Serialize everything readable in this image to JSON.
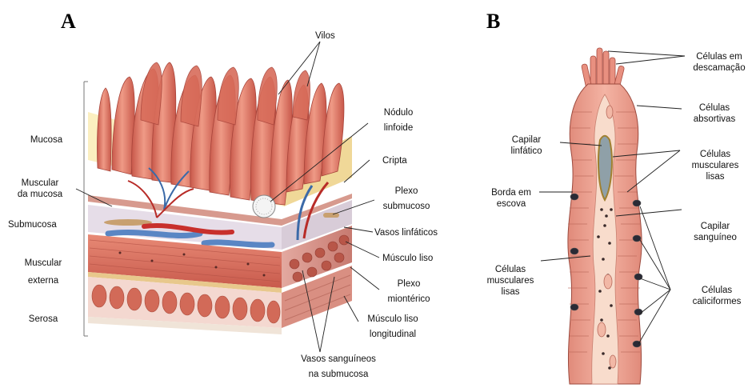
{
  "panels": {
    "a": {
      "letter": "A",
      "left_labels": {
        "mucosa": "Mucosa",
        "muscular_mucosa_1": "Muscular",
        "muscular_mucosa_2": "da mucosa",
        "submucosa": "Submucosa",
        "muscular_externa_1": "Muscular",
        "muscular_externa_2": "externa",
        "serosa": "Serosa"
      },
      "right_labels": {
        "vilos": "Vilos",
        "nodulo_1": "Nódulo",
        "nodulo_2": "linfoide",
        "cripta": "Cripta",
        "plexo_sub_1": "Plexo",
        "plexo_sub_2": "submucoso",
        "vasos_linfaticos": "Vasos linfáticos",
        "musculo_liso": "Músculo liso",
        "plexo_mio_1": "Plexo",
        "plexo_mio_2": "miontérico",
        "musculo_long_1": "Músculo liso",
        "musculo_long_2": "longitudinal",
        "vasos_sang_1": "Vasos sanguíneos",
        "vasos_sang_2": "na submucosa"
      }
    },
    "b": {
      "letter": "B",
      "left_labels": {
        "capilar_linf_1": "Capilar",
        "capilar_linf_2": "linfático",
        "borda_1": "Borda em",
        "borda_2": "escova",
        "musc_lisas_1": "Células",
        "musc_lisas_2": "musculares",
        "musc_lisas_3": "lisas"
      },
      "right_labels": {
        "descamacao_1": "Células em",
        "descamacao_2": "descamação",
        "absortivas_1": "Células",
        "absortivas_2": "absortivas",
        "musc_1": "Células",
        "musc_2": "musculares",
        "musc_3": "lisas",
        "capilar_sang_1": "Capilar",
        "capilar_sang_2": "sanguíneo",
        "caliciformes_1": "Células",
        "caliciformes_2": "caliciformes"
      }
    }
  },
  "colors": {
    "villus": "#e8826e",
    "villus_dark": "#c8584a",
    "mucosa_bg": "#fbefc0",
    "muscle": "#e07a68",
    "muscle_dark": "#b84e42",
    "submucosa": "#e6dde8",
    "vein": "#5a86c4",
    "artery": "#c8302c",
    "epithelium": "#f0a898",
    "core": "#f8d8c8",
    "goblet": "#2a2a35"
  }
}
